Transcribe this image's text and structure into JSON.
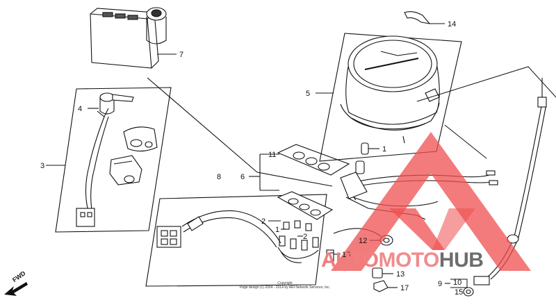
{
  "diagram": {
    "callouts": {
      "c1a": "1",
      "c1b": "1",
      "c2a": "2",
      "c2b": "2",
      "c3": "3",
      "c4": "4",
      "c5": "5",
      "c6": "6",
      "c7": "7",
      "c8": "8",
      "c9": "9",
      "c10": "10",
      "c11": "11",
      "c12": "12",
      "c13": "13",
      "c14": "14",
      "c15": "15",
      "c16": "16",
      "c17": "17"
    },
    "fwd_label": "FWD",
    "copyright_line1": "Copyright",
    "copyright_line2": "Page design (c) 2004 - 2014 by ARI Network Services, Inc."
  },
  "watermark": {
    "part1": "AUTO",
    "part2": "MOTO",
    "part3": "HUB",
    "color_primary": "#f07f7f",
    "color_secondary": "#6d6d6d"
  }
}
